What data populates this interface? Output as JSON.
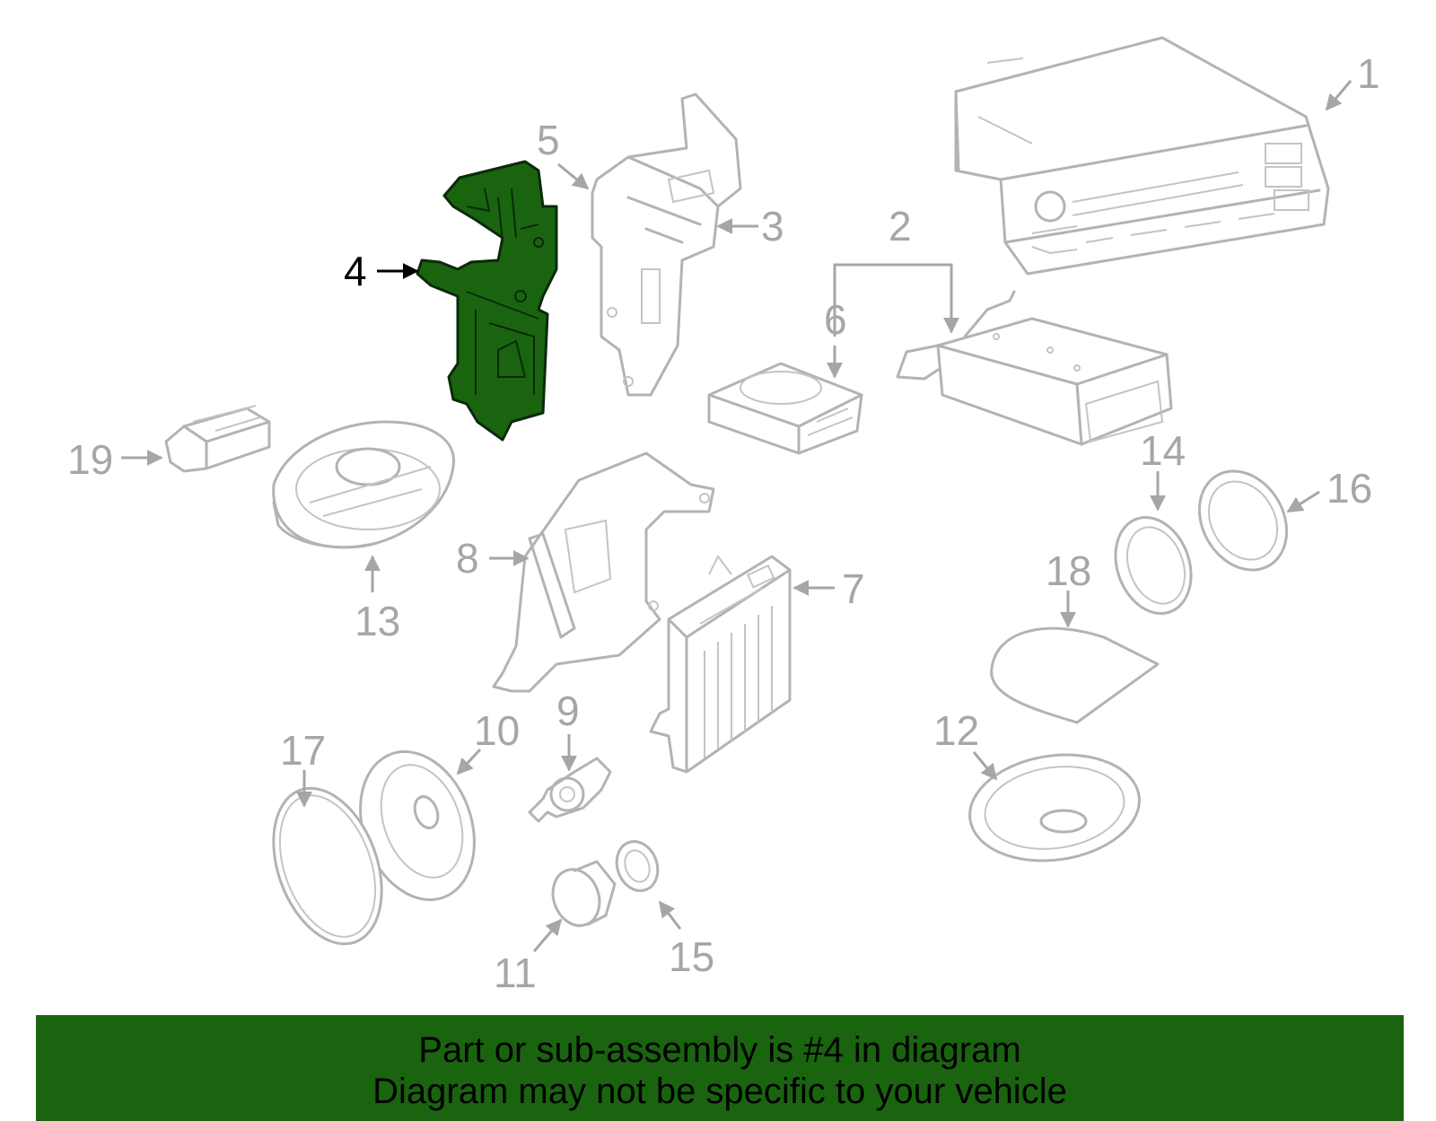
{
  "highlight_color": "#1a6410",
  "highlighted_part": "4",
  "callouts": {
    "n1": "1",
    "n2": "2",
    "n3": "3",
    "n4": "4",
    "n5": "5",
    "n6": "6",
    "n7": "7",
    "n8": "8",
    "n9": "9",
    "n10": "10",
    "n11": "11",
    "n12": "12",
    "n13": "13",
    "n14": "14",
    "n15": "15",
    "n16": "16",
    "n17": "17",
    "n18": "18",
    "n19": "19"
  },
  "banner": {
    "line1": "Part or sub-assembly is #4 in diagram",
    "line2": "Diagram may not be specific to your vehicle"
  }
}
